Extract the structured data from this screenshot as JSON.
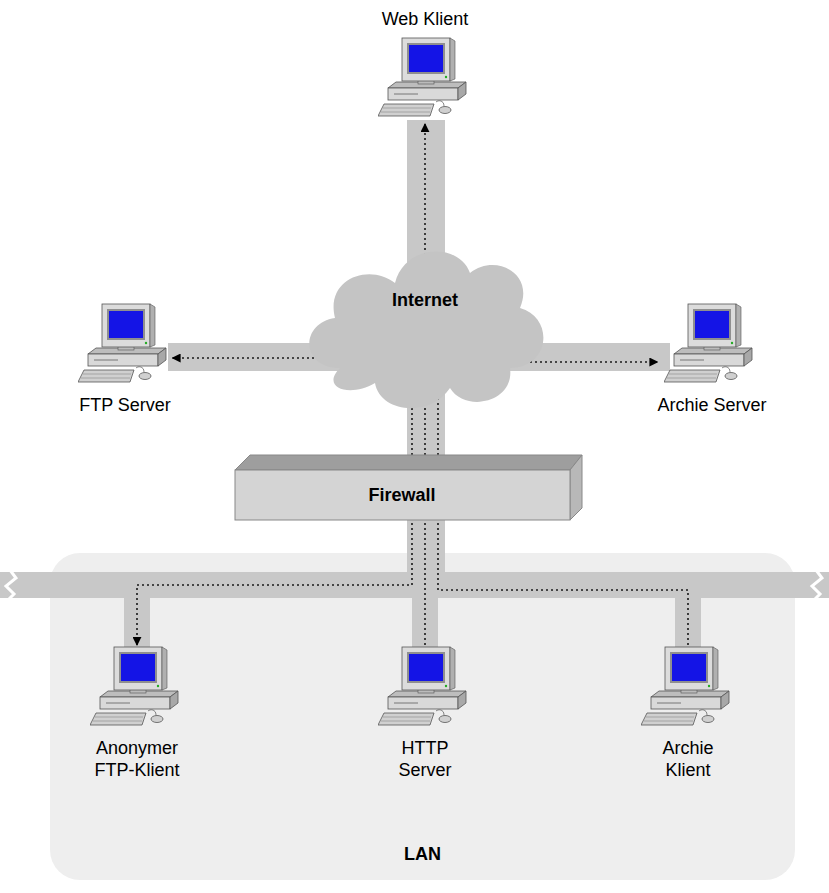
{
  "diagram": {
    "nodes": [
      {
        "text": [
          "Web Klient"
        ]
      },
      {
        "text": [
          "FTP Server"
        ]
      },
      {
        "text": [
          "Internet"
        ]
      },
      {
        "text": [
          "Archie Server"
        ]
      },
      {
        "text": [
          "Firewall"
        ]
      },
      {
        "text": [
          "LAN"
        ]
      },
      {
        "text": [
          "Anonymer FTP-Klient"
        ],
        "in": 5
      },
      {
        "text": [
          "HTTP Server"
        ],
        "in": 5
      },
      {
        "text": [
          "Archie Klient"
        ],
        "in": 5
      }
    ],
    "edges": [
      {
        "from": 7,
        "to": 0,
        "arrow": "to"
      },
      {
        "from": 6,
        "to": 1,
        "arrow": "both"
      },
      {
        "from": 8,
        "to": 3,
        "arrow": "to"
      }
    ]
  }
}
